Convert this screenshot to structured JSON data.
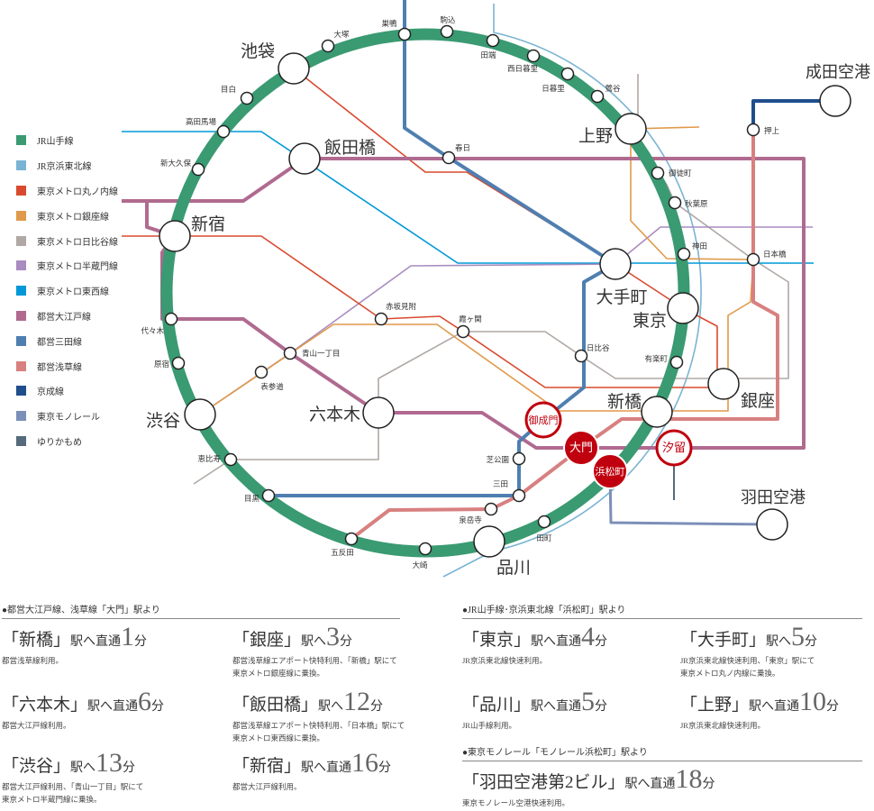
{
  "legend": [
    {
      "label": "JR山手線",
      "color": "#3a9a72"
    },
    {
      "label": "JR京浜東北線",
      "color": "#7ab4d4"
    },
    {
      "label": "東京メトロ丸ノ内線",
      "color": "#d84a2f"
    },
    {
      "label": "東京メトロ銀座線",
      "color": "#e0994a"
    },
    {
      "label": "東京メトロ日比谷線",
      "color": "#b0a8a4"
    },
    {
      "label": "東京メトロ半蔵門線",
      "color": "#a98cc0"
    },
    {
      "label": "東京メトロ東西線",
      "color": "#0098d8"
    },
    {
      "label": "都営大江戸線",
      "color": "#b06a90"
    },
    {
      "label": "都営三田線",
      "color": "#4f7fb0"
    },
    {
      "label": "都営浅草線",
      "color": "#d88080"
    },
    {
      "label": "京成線",
      "color": "#1f4e8c"
    },
    {
      "label": "東京モノレール",
      "color": "#7b8fb8"
    },
    {
      "label": "ゆりかもめ",
      "color": "#556b7b"
    }
  ],
  "major_stations": [
    "池袋",
    "飯田橋",
    "新宿",
    "渋谷",
    "六本木",
    "大手町",
    "東京",
    "新橋",
    "銀座",
    "上野",
    "品川",
    "成田空港",
    "羽田空港"
  ],
  "stations": [
    "大塚",
    "巣鴨",
    "駒込",
    "田端",
    "西日暮里",
    "日暮里",
    "鶯谷",
    "目白",
    "高田馬場",
    "新大久保",
    "御徒町",
    "秋葉原",
    "神田",
    "有楽町",
    "田町",
    "大崎",
    "五反田",
    "目黒",
    "恵比寿",
    "原宿",
    "代々木",
    "春日",
    "赤坂見附",
    "霞ヶ関",
    "青山一丁目",
    "表参道",
    "日比谷",
    "芝公園",
    "三田",
    "泉岳寺",
    "押上",
    "日本橋"
  ],
  "highlight_stations": [
    {
      "name": "御成門",
      "filled": false
    },
    {
      "name": "大門",
      "filled": true
    },
    {
      "name": "浜松町",
      "filled": true
    },
    {
      "name": "汐留",
      "filled": false
    }
  ],
  "accent_color": "#c0000e",
  "sections": [
    {
      "heading": "●都営大江戸線、浅草線「大門」駅より",
      "entries": [
        {
          "station": "「新橋」",
          "suffix": "駅へ直通",
          "minutes": "1",
          "unit": "分",
          "note": "都営浅草線利用。"
        },
        {
          "station": "「銀座」",
          "suffix": "駅へ",
          "minutes": "3",
          "unit": "分",
          "note": "都営浅草線エアポート快特利用、「新橋」駅にて\n東京メトロ銀座線に乗換。"
        },
        {
          "station": "「六本木」",
          "suffix": "駅へ直通",
          "minutes": "6",
          "unit": "分",
          "note": "都営大江戸線利用。"
        },
        {
          "station": "「飯田橋」",
          "suffix": "駅へ",
          "minutes": "12",
          "unit": "分",
          "note": "都営浅草線エアポート快特利用、「日本橋」駅にて\n東京メトロ東西線に乗換。"
        },
        {
          "station": "「渋谷」",
          "suffix": "駅へ",
          "minutes": "13",
          "unit": "分",
          "note": "都営大江戸線利用、「青山一丁目」駅にて\n東京メトロ半蔵門線に乗換。"
        },
        {
          "station": "「新宿」",
          "suffix": "駅へ直通",
          "minutes": "16",
          "unit": "分",
          "note": "都営大江戸線利用。"
        }
      ]
    },
    {
      "heading": "●JR山手線･京浜東北線「浜松町」駅より",
      "entries": [
        {
          "station": "「東京」",
          "suffix": "駅へ直通",
          "minutes": "4",
          "unit": "分",
          "note": "JR京浜東北線快速利用。"
        },
        {
          "station": "「大手町」",
          "suffix": "駅へ",
          "minutes": "5",
          "unit": "分",
          "note": "JR京浜東北線快速利用、「東京」駅にて\n東京メトロ丸ノ内線に乗換。"
        },
        {
          "station": "「品川」",
          "suffix": "駅へ直通",
          "minutes": "5",
          "unit": "分",
          "note": "JR山手線利用。"
        },
        {
          "station": "「上野」",
          "suffix": "駅へ直通",
          "minutes": "10",
          "unit": "分",
          "note": "JR京浜東北線快速利用。"
        }
      ]
    },
    {
      "heading": "●東京モノレール「モノレール浜松町」駅より",
      "entries": [
        {
          "station": "「羽田空港第2ビル」",
          "suffix": "駅へ直通",
          "minutes": "18",
          "unit": "分",
          "note": "東京モノレール空港快速利用。"
        }
      ]
    }
  ]
}
